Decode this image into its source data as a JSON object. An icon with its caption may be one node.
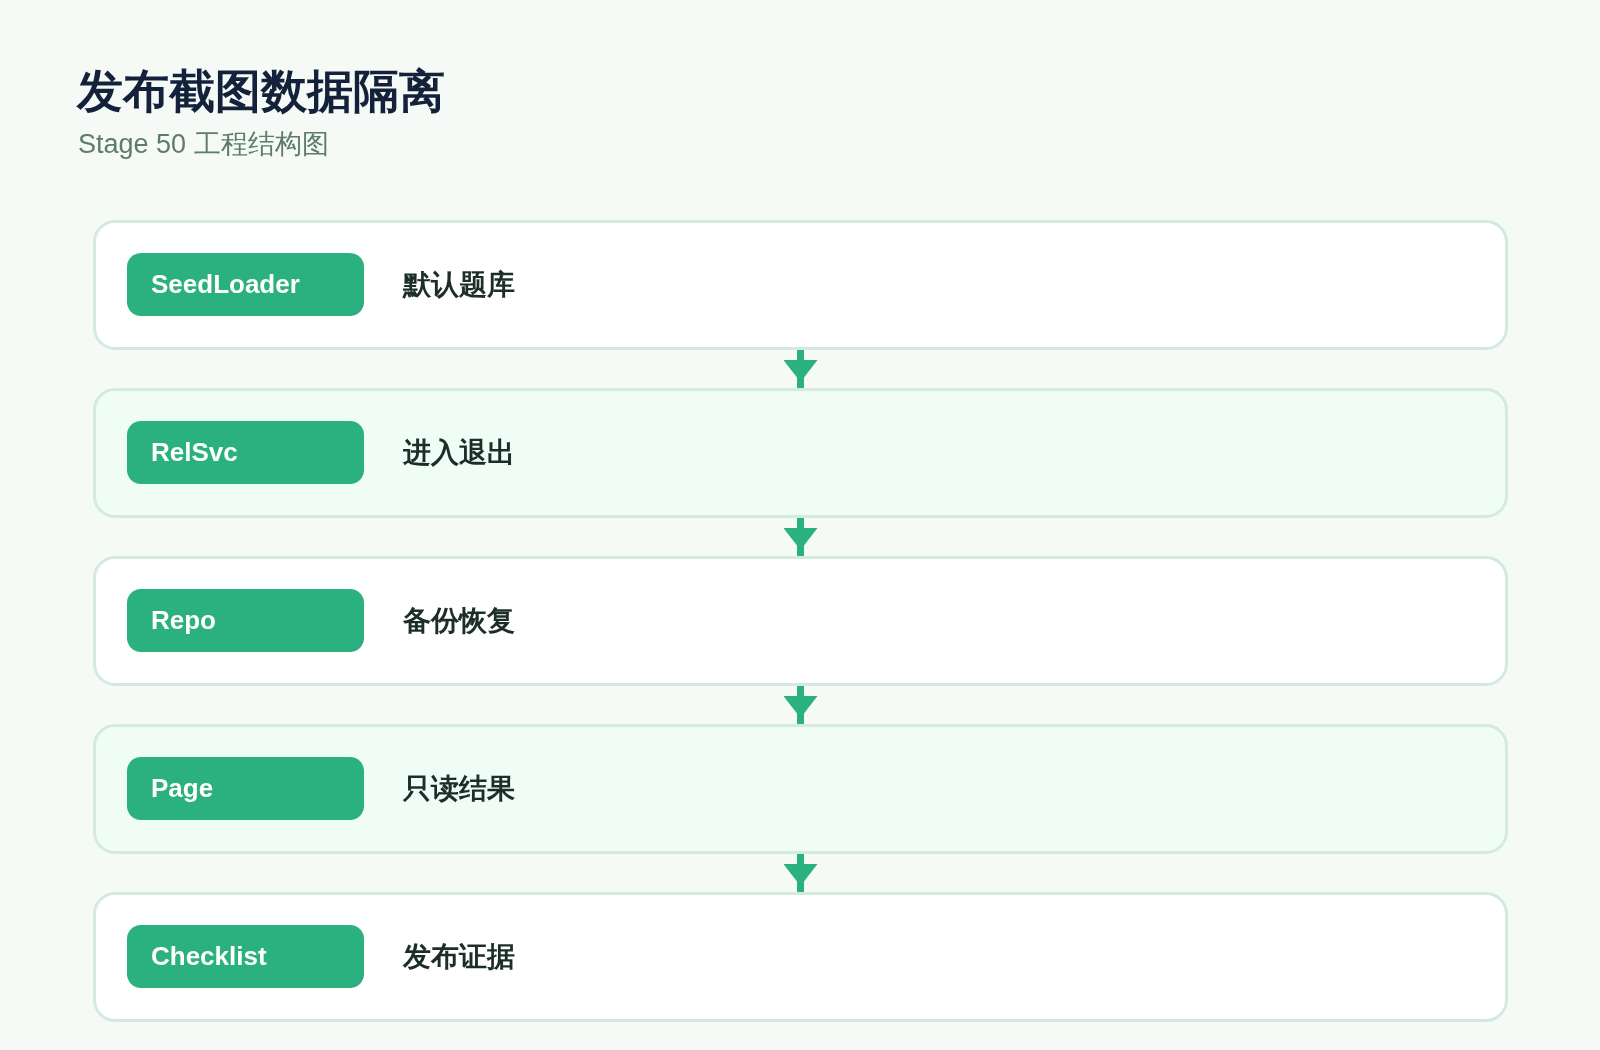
{
  "diagram": {
    "title": "发布截图数据隔离",
    "labels": [
      "Stage 50 工程结构图"
    ],
    "nodes": [
      {
        "text": [
          "默认题库"
        ]
      },
      {
        "text": [
          "SeedLoader"
        ],
        "in": 0
      },
      {
        "text": [
          "进入退出"
        ]
      },
      {
        "text": [
          "RelSvc"
        ],
        "in": 2
      },
      {
        "text": [
          "备份恢复"
        ]
      },
      {
        "text": [
          "Repo"
        ],
        "in": 4
      },
      {
        "text": [
          "只读结果"
        ]
      },
      {
        "text": [
          "Page"
        ],
        "in": 6
      },
      {
        "text": [
          "发布证据"
        ]
      },
      {
        "text": [
          "Checklist"
        ],
        "in": 8
      }
    ],
    "edges": [
      {
        "from": 0,
        "to": 2,
        "arrow": "to"
      },
      {
        "from": 2,
        "to": 4,
        "arrow": "to"
      },
      {
        "from": 4,
        "to": 6,
        "arrow": "to"
      },
      {
        "from": 6,
        "to": 8,
        "arrow": "to"
      }
    ]
  }
}
